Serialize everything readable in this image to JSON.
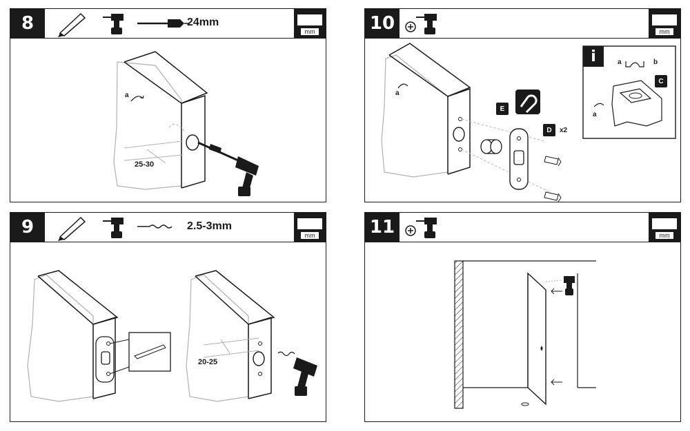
{
  "steps": [
    {
      "number": "8",
      "measure": "24mm",
      "dimension": "25-30",
      "rotation_label": "a",
      "unit": "mm"
    },
    {
      "number": "9",
      "measure": "2.5-3mm",
      "dimension": "20-25",
      "unit": "mm"
    },
    {
      "number": "10",
      "rotation_label": "a",
      "tag_e": "E",
      "tag_d": "D",
      "qty_d": "x2",
      "info_label": "i",
      "info_a": "a",
      "info_b": "b",
      "info_c": "C",
      "info_rotation": "a",
      "unit": "mm"
    },
    {
      "number": "11",
      "unit": "mm"
    }
  ],
  "colors": {
    "ink": "#1a1a1a",
    "guide": "#b0b0b0",
    "white": "#ffffff"
  },
  "icons": [
    "pencil-icon",
    "drill-icon",
    "spade-bit-icon",
    "twist-bit-icon",
    "phillips-screwdriver-icon",
    "magnet-icon",
    "ruler-mm-icon",
    "info-icon"
  ]
}
